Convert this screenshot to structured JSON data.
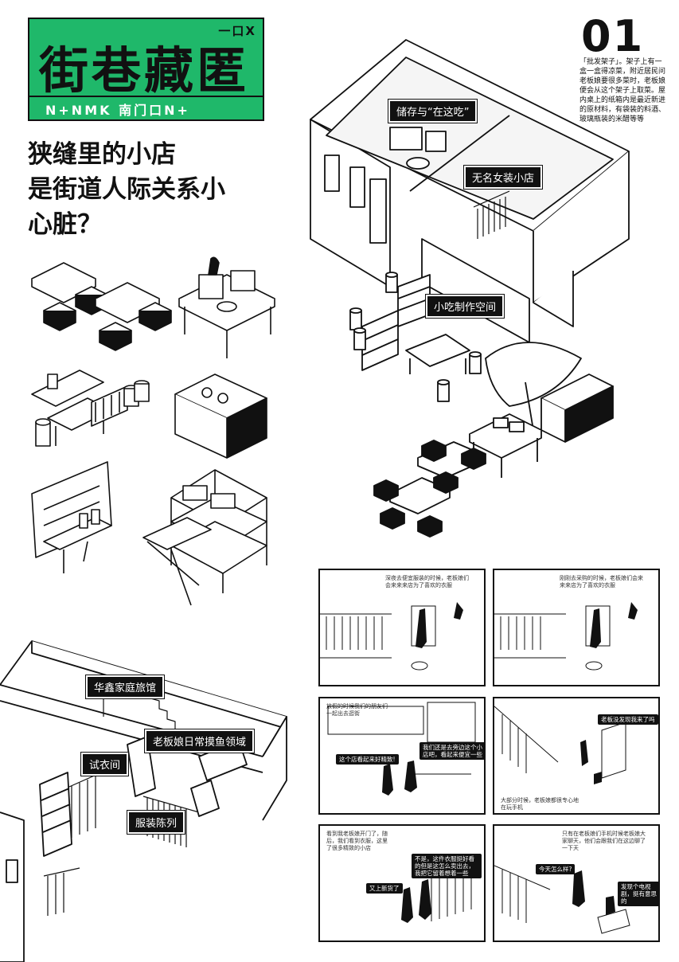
{
  "title_card": {
    "window_controls": "一口X",
    "title": "街巷藏匿",
    "subtitle": "N+NMK 南门口N+",
    "accent_color": "#1fb86a"
  },
  "headline": {
    "line1": "狭缝里的小店",
    "line2": "是街道人际关系小",
    "line3": "心脏？"
  },
  "page": {
    "number": "01",
    "description": "「批发架子」。架子上有一盒一盒得凉菜，附近居民问老板娘要很多菜时，老板娘便会从这个架子上取菜。屋内桌上的纸箱内是最近新进的原材料，有袋装的料酒、玻璃瓶装的米醋等等"
  },
  "labels": {
    "storage": "储存与“在这吃”",
    "womens_shop": "无名女装小店",
    "snack_space": "小吃制作空间",
    "hotel": "华鑫家庭旅馆",
    "fitting_room": "试衣间",
    "boss_area": "老板娘日常摸鱼领域",
    "clothing_display": "服装陈列"
  },
  "comics": {
    "p1_caption": "深夜去便宜服装的时候，老板娘们会来来来店为了喜欢的衣服",
    "p2_caption": "刚刚去采购的时候，老板娘们会来来来店为了喜欢的衣服",
    "p3_caption": "放假的时候我们的朋友们一起出去逛街",
    "p3_bubble1": "这个店看起来好精致!",
    "p3_bubble2": "我们还是去旁边这个小店吧，看起来便宜一些",
    "p4_bubble": "老板没发现我来了吗",
    "p4_caption": "大部分时候，老板娘都很专心地在玩手机",
    "p5_caption": "看到我老板娘开门了，随后，我们看到衣服，这里了很多精致的小店",
    "p5_bubble1": "不是，这件衣服挺好看的但是这怎么卖出去，我把它留着想着一些",
    "p5_bubble2": "又上新货了",
    "p6_caption": "只有在老板娘们手机时候老板娘大家聊天，他们会跟我们在这边聊了一下天",
    "p6_bubble1": "今天怎么样?",
    "p6_bubble2": "发现个电视剧，挺有意思的"
  }
}
